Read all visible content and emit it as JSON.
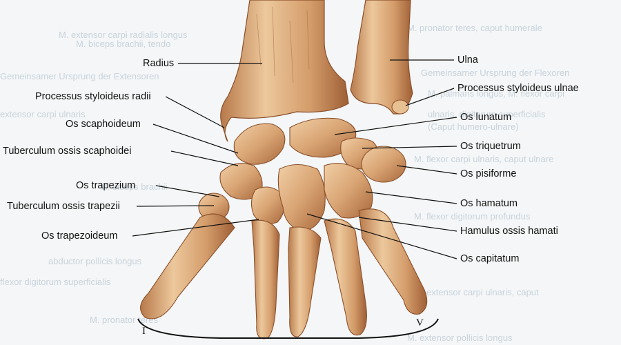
{
  "labels_left": [
    {
      "id": "radius",
      "text": "Radius"
    },
    {
      "id": "proc-styl-radii",
      "text": "Processus styloideus radii"
    },
    {
      "id": "os-scaphoideum",
      "text": "Os scaphoideum"
    },
    {
      "id": "tub-scaphoidei",
      "text": "Tuberculum ossis scaphoidei"
    },
    {
      "id": "os-trapezium",
      "text": "Os trapezium"
    },
    {
      "id": "tub-trapezii",
      "text": "Tuberculum ossis trapezii"
    },
    {
      "id": "os-trapezoideum",
      "text": "Os trapezoideum"
    }
  ],
  "labels_right": [
    {
      "id": "ulna",
      "text": "Ulna"
    },
    {
      "id": "proc-styl-ulnae",
      "text": "Processus styloideus ulnae"
    },
    {
      "id": "os-lunatum",
      "text": "Os lunatum"
    },
    {
      "id": "os-triquetrum",
      "text": "Os triquetrum"
    },
    {
      "id": "os-pisiforme",
      "text": "Os pisiforme"
    },
    {
      "id": "os-hamatum",
      "text": "Os hamatum"
    },
    {
      "id": "hamulus",
      "text": "Hamulus ossis hamati"
    },
    {
      "id": "os-capitatum",
      "text": "Os capitatum"
    }
  ],
  "digit_marks": {
    "first": "I",
    "fifth": "V"
  },
  "background_text": [
    "M. extensor carpi radialis longus",
    "M. biceps brachii, tendo",
    "Gemeinsamer Ursprung der Extensoren",
    "extensor carpi ulnaris",
    "M. pronator teres, caput humerale",
    "Gemeinsamer Ursprung der Flexoren",
    "M. palmaris longus, M. flexor carpi",
    "ulnaris, digitorum superficialis",
    "(Caput humero-ulnare)",
    "M. flexor carpi ulnaris, caput ulnare",
    "M. biceps brachii",
    "M. flexor digitorum profundus",
    "abductor pollicis longus",
    "flexor digitorum superficialis",
    "M. extensor carpi ulnaris, caput",
    "M. pronator teres",
    "M. extensor pollicis longus"
  ],
  "colors": {
    "bone_base": "#d9a473",
    "bone_shade": "#a8683c",
    "bone_light": "#f0cfa6",
    "bone_outline": "#8a4f2a"
  }
}
